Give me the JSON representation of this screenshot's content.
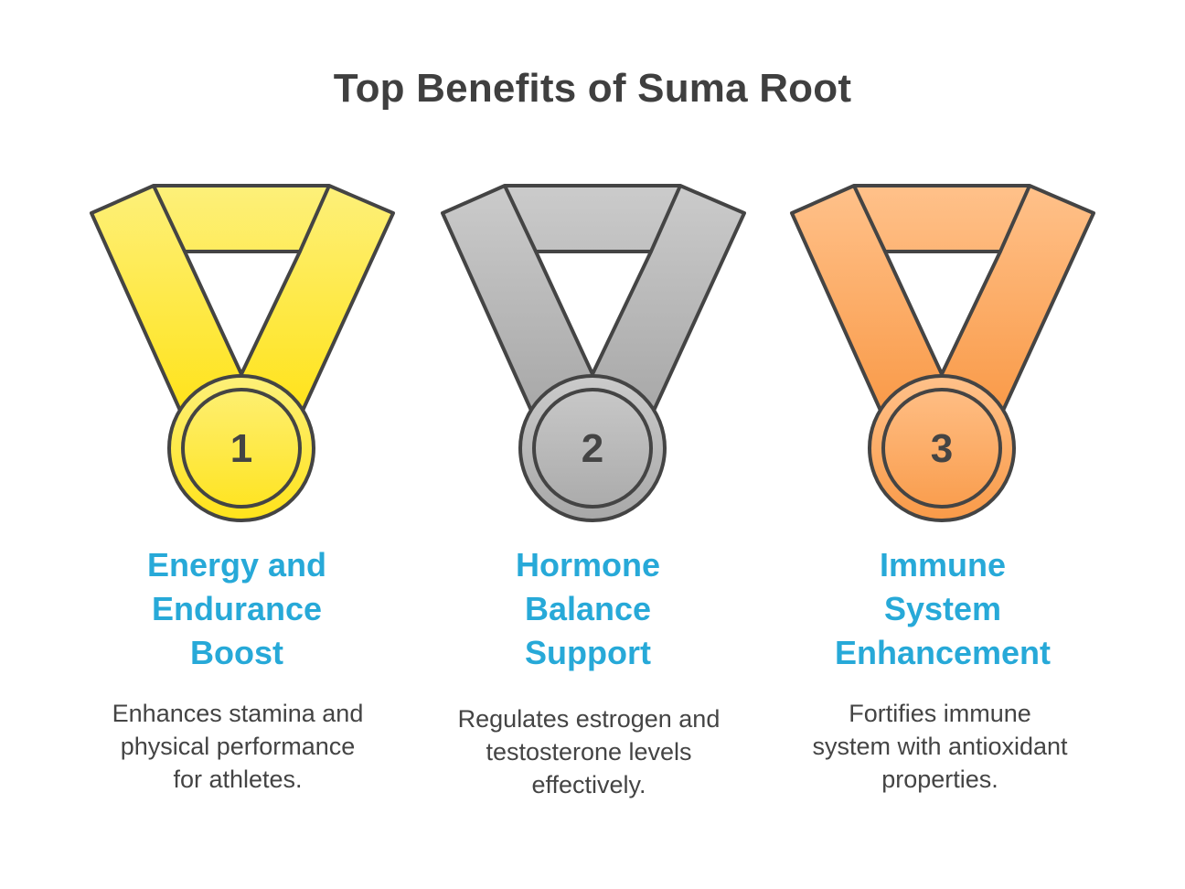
{
  "title": "Top Benefits of Suma Root",
  "benefits": [
    {
      "rank": "1",
      "title_lines": [
        "Energy and",
        "Endurance",
        "Boost"
      ],
      "description": "Enhances stamina and physical performance for athletes.",
      "medal_color": "#ffe34a",
      "medal_color_light": "#fdf07a",
      "medal_color_dark": "#ffe31a"
    },
    {
      "rank": "2",
      "title_lines": [
        "Hormone",
        "Balance",
        "Support"
      ],
      "description": "Regulates estrogen and testosterone levels effectively.",
      "medal_color": "#b9b9b9",
      "medal_color_light": "#cbcbcb",
      "medal_color_dark": "#a8a8a8"
    },
    {
      "rank": "3",
      "title_lines": [
        "Immune",
        "System",
        "Enhancement"
      ],
      "description": "Fortifies immune system with antioxidant properties.",
      "medal_color": "#fda968",
      "medal_color_light": "#ffc18a",
      "medal_color_dark": "#f99a48"
    }
  ],
  "colors": {
    "title": "#3f3f3f",
    "heading": "#27a9d8",
    "body_text": "#444444",
    "outline": "#444444"
  }
}
